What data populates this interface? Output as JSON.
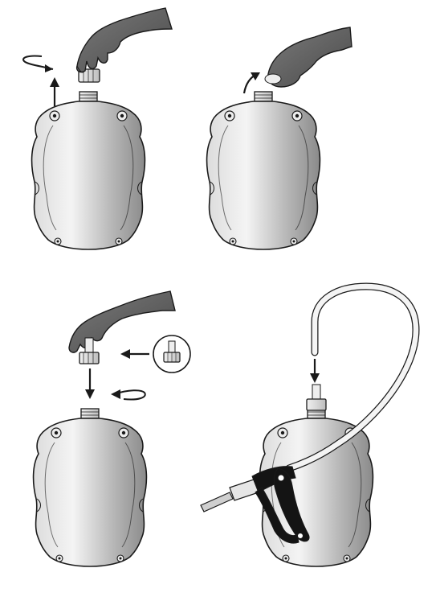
{
  "steps": [
    {
      "id": "step-1",
      "action": "unscrew-cap",
      "icons": [
        "rotate-counterclockwise-icon",
        "lift-up-arrow-icon"
      ]
    },
    {
      "id": "step-2",
      "action": "remove-seal",
      "icons": [
        "lift-up-arrow-icon"
      ]
    },
    {
      "id": "step-3",
      "action": "fit-adapter-cap",
      "icons": [
        "insert-arrow-icon",
        "rotate-clockwise-icon",
        "adapter-cap-icon"
      ]
    },
    {
      "id": "step-4",
      "action": "attach-hose-and-dosing-gun",
      "icons": [
        "down-arrow-icon"
      ]
    }
  ],
  "colors": {
    "outline": "#1a1a1a",
    "glove_dark": "#4d4d4d",
    "glove_mid": "#6b6b6b",
    "bottle_shade_dark": "#8c8c8c",
    "bottle_shade_light": "#f2f2f2",
    "cap_fill": "#e6e6e6",
    "gun_handle": "#141414",
    "hose_fill": "#f4f4f4"
  }
}
